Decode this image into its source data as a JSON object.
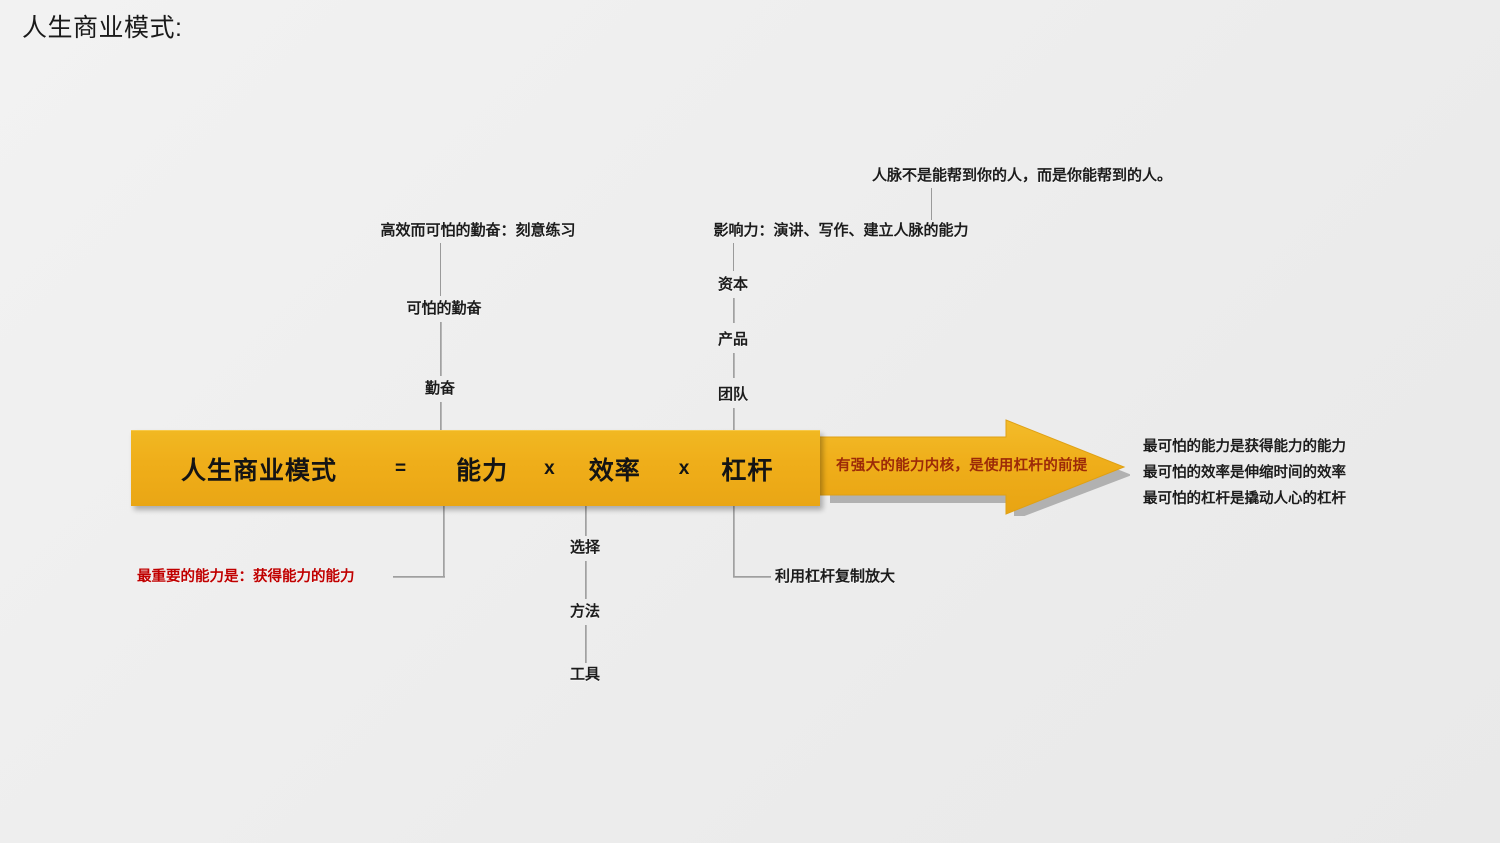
{
  "page": {
    "title": "人生商业模式:",
    "background_color": "#ededed",
    "accent_color": "#efae1a",
    "highlight_color": "#c00000",
    "arrow_text_color": "#9c2a08"
  },
  "formula": {
    "subject": "人生商业模式",
    "equals": "=",
    "factor1": "能力",
    "mul1": "x",
    "factor2": "效率",
    "mul2": "x",
    "factor3": "杠杆"
  },
  "arrow": {
    "label": "有强大的能力内核，是使用杠杆的前提",
    "direction": "right"
  },
  "conclusions": [
    "最可怕的能力是获得能力的能力",
    "最可怕的效率是伸缩时间的效率",
    "最可怕的杠杆是撬动人心的杠杆"
  ],
  "ability_branch": {
    "top_note": "最重要的能力是：获得能力的能力",
    "top_note_color": "#c00000"
  },
  "efficiency_branch": {
    "headline": "高效而可怕的勤奋：刻意练习",
    "levels": [
      "可怕的勤奋",
      "勤奋"
    ],
    "below": [
      "选择",
      "方法",
      "工具"
    ]
  },
  "leverage_branch": {
    "headline": "影响力：演讲、写作、建立人脉的能力",
    "note": "人脉不是能帮到你的人，而是你能帮到的人。",
    "levels": [
      "资本",
      "产品",
      "团队"
    ],
    "below_note": "利用杠杆复制放大"
  }
}
